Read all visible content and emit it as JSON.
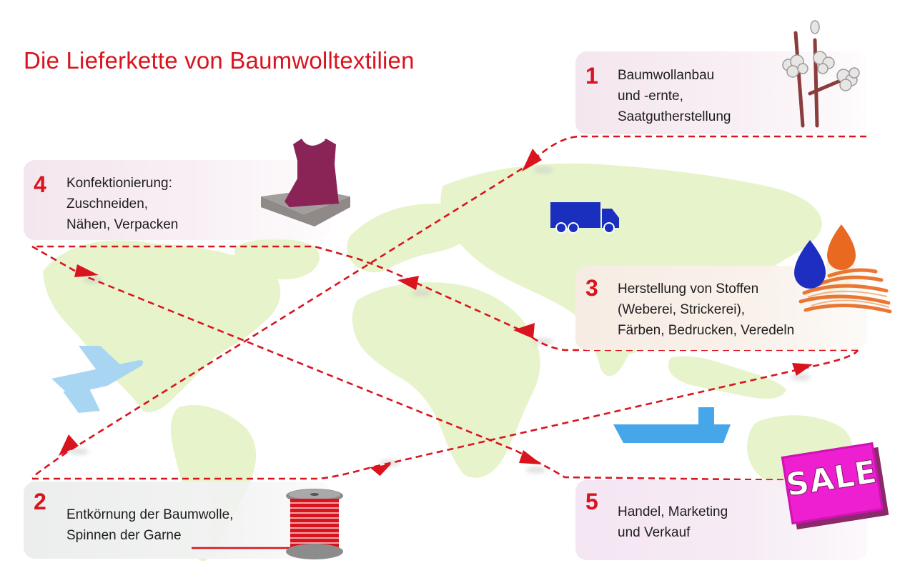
{
  "title": "Die Lieferkette von Baumwolltextilien",
  "colors": {
    "accent_red": "#d9141e",
    "map_green": "#e6f3c8",
    "truck_blue": "#1a2fbe",
    "ship_blue": "#45a7ea",
    "plane_blue": "#a8d6f2",
    "sale_magenta": "#ee1fd0",
    "dress_purple": "#8a2457",
    "dye_blue": "#1d2ec0",
    "dye_orange": "#e8691f"
  },
  "steps": [
    {
      "number": "1",
      "lines": [
        "Baumwollanbau",
        "und -ernte,",
        "Saatgutherstellung"
      ],
      "icon": "cotton-plant-icon"
    },
    {
      "number": "2",
      "lines": [
        "Entkörnung der Baumwolle,",
        "Spinnen der Garne"
      ],
      "icon": "thread-spool-icon"
    },
    {
      "number": "3",
      "lines": [
        "Herstellung von Stoffen",
        "(Weberei, Strickerei),",
        "Färben, Bedrucken, Veredeln"
      ],
      "icon": "dye-drops-fabric-icon"
    },
    {
      "number": "4",
      "lines": [
        "Konfektionierung:",
        "Zuschneiden,",
        "Nähen, Verpacken"
      ],
      "icon": "dress-icon"
    },
    {
      "number": "5",
      "lines": [
        "Handel, Marketing",
        "und Verkauf"
      ],
      "icon": "sale-sign-icon"
    }
  ],
  "sale_sign": "SALE",
  "transport_icons": [
    "truck-icon",
    "ship-icon",
    "airplane-icon"
  ]
}
